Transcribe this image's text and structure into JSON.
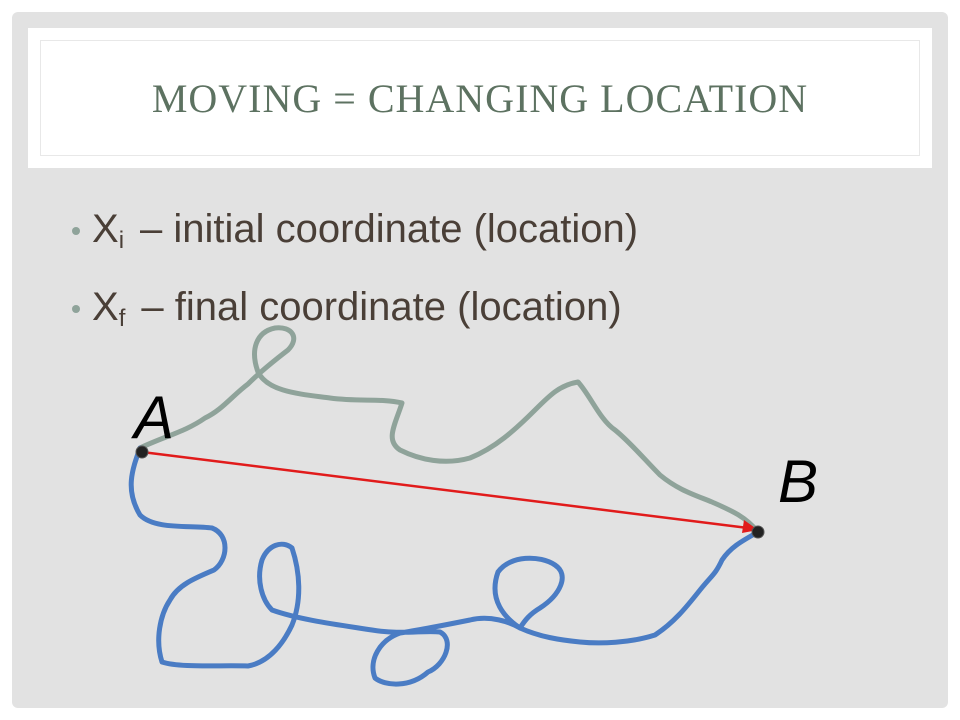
{
  "slide": {
    "title": "MOVING = CHANGING LOCATION",
    "bullets": [
      {
        "var": "X",
        "sub": "i",
        "text": "– initial coordinate (location)"
      },
      {
        "var": "X",
        "sub": "f",
        "text": "– final coordinate (location)"
      }
    ]
  },
  "diagram": {
    "point_a_label": "A",
    "point_b_label": "B",
    "colors": {
      "upper_path": "#8fa39a",
      "lower_path": "#4a7cc4",
      "displacement_arrow": "#e11b1b",
      "points": "#222222"
    }
  }
}
